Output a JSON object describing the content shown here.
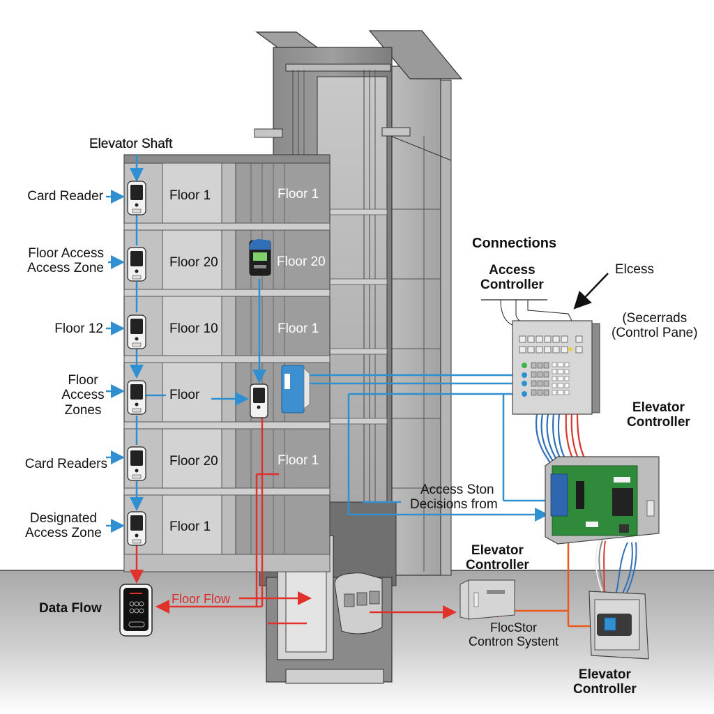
{
  "diagram": {
    "title_labels": {
      "elevator_shaft": "Elevator Shaft",
      "connections": "Connections",
      "data_flow": "Data Flow"
    },
    "left_callouts": [
      {
        "lines": [
          "Card Reader"
        ]
      },
      {
        "lines": [
          "Floor Access",
          "Access Zone"
        ]
      },
      {
        "lines": [
          "Floor 12"
        ]
      },
      {
        "lines": [
          "Floor",
          "Access",
          "Zones"
        ]
      },
      {
        "lines": [
          "Card Readers"
        ]
      },
      {
        "lines": [
          "Designated",
          "Access Zone"
        ]
      }
    ],
    "building_floor_labels": [
      "Floor 1",
      "Floor 20",
      "Floor 10",
      "Floor",
      "Floor 20",
      "Floor 1"
    ],
    "shaft_floor_labels": [
      "Floor 1",
      "Floor 20",
      "Floor 1",
      "Floor 1"
    ],
    "access_controller": {
      "title_lines": [
        "Access",
        "Controller"
      ],
      "pointer_label": "Elcess",
      "side_label_lines": [
        "(Secerrads",
        "(Control Pane)"
      ]
    },
    "elevator_controller_labels": {
      "right_upper": [
        "Elevator",
        "Controller"
      ],
      "center_lower": [
        "Elevator",
        "Controller"
      ],
      "bottom_right": [
        "Elevator",
        "Controller"
      ]
    },
    "signal_labels": {
      "access_decisions": [
        "Access Ston",
        "Decisions from"
      ],
      "floor_flow": "Floor Flow",
      "floor_control_system": [
        "FlocStor",
        "Contron Systent"
      ]
    },
    "colors": {
      "data_line_blue": "#2f8fd0",
      "control_line_red": "#e0322a",
      "control_line_orange": "#ea5a1c",
      "pcb_green": "#2f8a3c",
      "ground": "#b9b9b9"
    }
  }
}
